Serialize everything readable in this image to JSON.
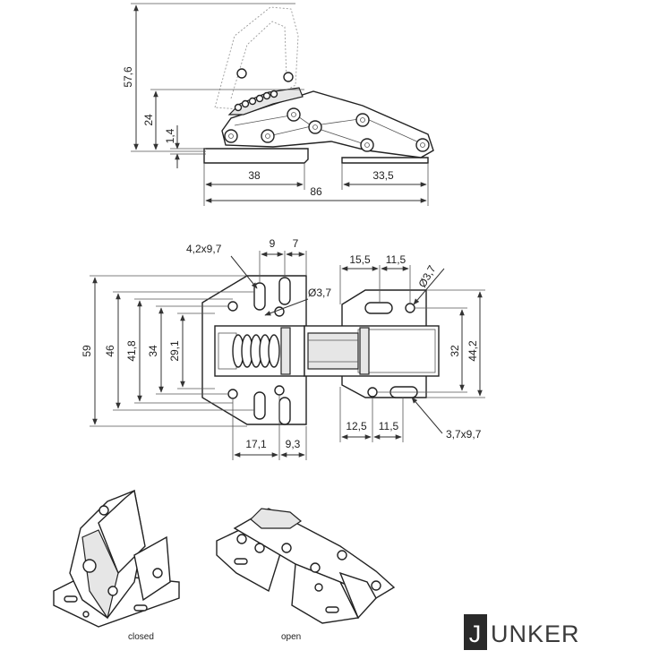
{
  "side_view": {
    "dims": [
      "57,6",
      "24",
      "1,4",
      "38",
      "33,5",
      "86"
    ]
  },
  "top_view": {
    "hole_left": "4,2x9,7",
    "top_9": "9",
    "top_7": "7",
    "dia_center": "Ø3,7",
    "top_15_5": "15,5",
    "top_11_5": "11,5",
    "dia_right": "Ø3,7",
    "left_dims": [
      "59",
      "46",
      "41,8",
      "34",
      "29,1"
    ],
    "right_dims": [
      "32",
      "44,2"
    ],
    "bot_17_1": "17,1",
    "bot_9_3": "9,3",
    "bot_12_5": "12,5",
    "bot_11_5": "11,5",
    "hole_right": "3,7x9,7"
  },
  "views": {
    "closed": "closed",
    "open": "open"
  },
  "brand": {
    "letter": "J",
    "rest": "UNKER"
  }
}
